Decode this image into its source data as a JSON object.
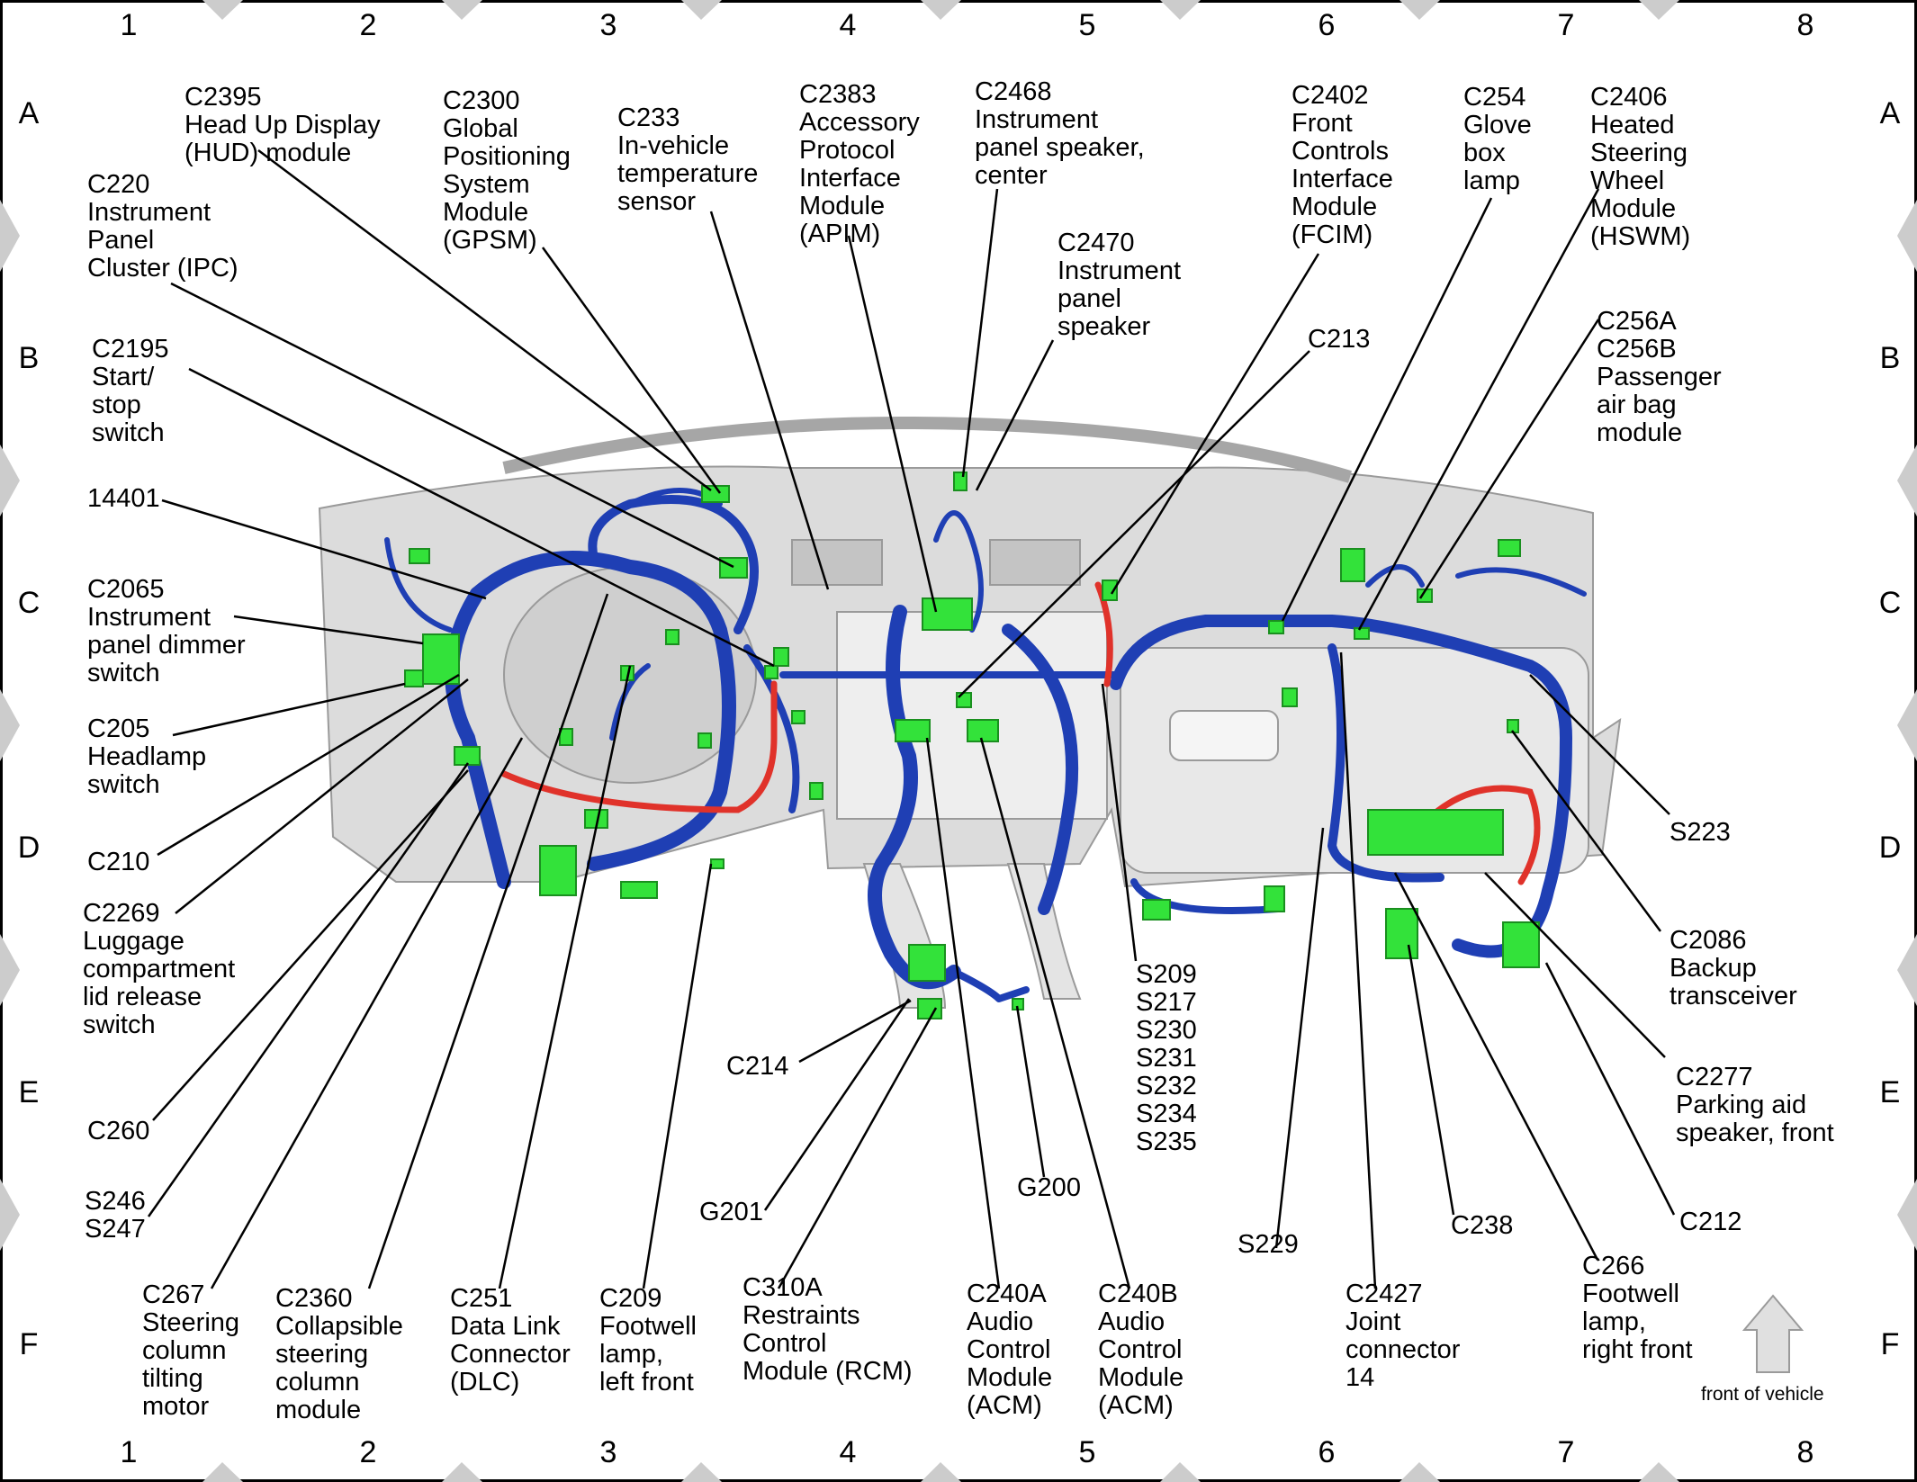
{
  "grid": {
    "columns": [
      "1",
      "2",
      "3",
      "4",
      "5",
      "6",
      "7",
      "8"
    ],
    "rows": [
      "A",
      "B",
      "C",
      "D",
      "E",
      "F"
    ]
  },
  "callouts": [
    {
      "id": "c2395",
      "text": "C2395\nHead Up Display\n(HUD) module"
    },
    {
      "id": "c2300",
      "text": "C2300\nGlobal\nPositioning\nSystem\nModule\n(GPSM)"
    },
    {
      "id": "c233",
      "text": "C233\nIn-vehicle\ntemperature\nsensor"
    },
    {
      "id": "c2383",
      "text": "C2383\nAccessory\nProtocol\nInterface\nModule\n(APIM)"
    },
    {
      "id": "c2468",
      "text": "C2468\nInstrument\npanel speaker,\ncenter"
    },
    {
      "id": "c2402",
      "text": "C2402\nFront\nControls\nInterface\nModule\n(FCIM)"
    },
    {
      "id": "c254",
      "text": "C254\nGlove\nbox\nlamp"
    },
    {
      "id": "c2406",
      "text": "C2406\nHeated\nSteering\nWheel\nModule\n(HSWM)"
    },
    {
      "id": "c220",
      "text": "C220\nInstrument\nPanel\nCluster (IPC)"
    },
    {
      "id": "c2470",
      "text": "C2470\nInstrument\npanel\nspeaker"
    },
    {
      "id": "c2195",
      "text": "C2195\nStart/\nstop\nswitch"
    },
    {
      "id": "c213",
      "text": "C213"
    },
    {
      "id": "c256",
      "text": "C256A\nC256B\nPassenger\nair bag\nmodule"
    },
    {
      "id": "p14401",
      "text": "14401"
    },
    {
      "id": "c2065",
      "text": "C2065\nInstrument\npanel dimmer\nswitch"
    },
    {
      "id": "c205",
      "text": "C205\nHeadlamp\nswitch"
    },
    {
      "id": "c210",
      "text": "C210"
    },
    {
      "id": "c2269",
      "text": "C2269\nLuggage\ncompartment\nlid release\nswitch"
    },
    {
      "id": "s223",
      "text": "S223"
    },
    {
      "id": "c2086",
      "text": "C2086\nBackup\ntransceiver"
    },
    {
      "id": "splices",
      "text": "S209\nS217\nS230\nS231\nS232\nS234\nS235"
    },
    {
      "id": "c214",
      "text": "C214"
    },
    {
      "id": "c260",
      "text": "C260"
    },
    {
      "id": "c2277",
      "text": "C2277\nParking aid\nspeaker, front"
    },
    {
      "id": "g200",
      "text": "G200"
    },
    {
      "id": "g201",
      "text": "G201"
    },
    {
      "id": "s246",
      "text": "S246\nS247"
    },
    {
      "id": "s229",
      "text": "S229"
    },
    {
      "id": "c238",
      "text": "C238"
    },
    {
      "id": "c212",
      "text": "C212"
    },
    {
      "id": "c267",
      "text": "C267\nSteering\ncolumn\ntilting\nmotor"
    },
    {
      "id": "c2360",
      "text": "C2360\nCollapsible\nsteering\ncolumn\nmodule"
    },
    {
      "id": "c251",
      "text": "C251\nData Link\nConnector\n(DLC)"
    },
    {
      "id": "c209",
      "text": "C209\nFootwell\nlamp,\nleft front"
    },
    {
      "id": "c310a",
      "text": "C310A\nRestraints\nControl\nModule (RCM)"
    },
    {
      "id": "c240a",
      "text": "C240A\nAudio\nControl\nModule\n(ACM)"
    },
    {
      "id": "c240b",
      "text": "C240B\nAudio\nControl\nModule\n(ACM)"
    },
    {
      "id": "c2427",
      "text": "C2427\nJoint\nconnector\n14"
    },
    {
      "id": "c266",
      "text": "C266\nFootwell\nlamp,\nright front"
    }
  ],
  "front_label": "front of vehicle",
  "colors": {
    "harness": "#1f3fb4",
    "connector": "#33e23a",
    "power": "#e0322a",
    "panel": "#d8d8d8",
    "marker": "#cccccc"
  }
}
